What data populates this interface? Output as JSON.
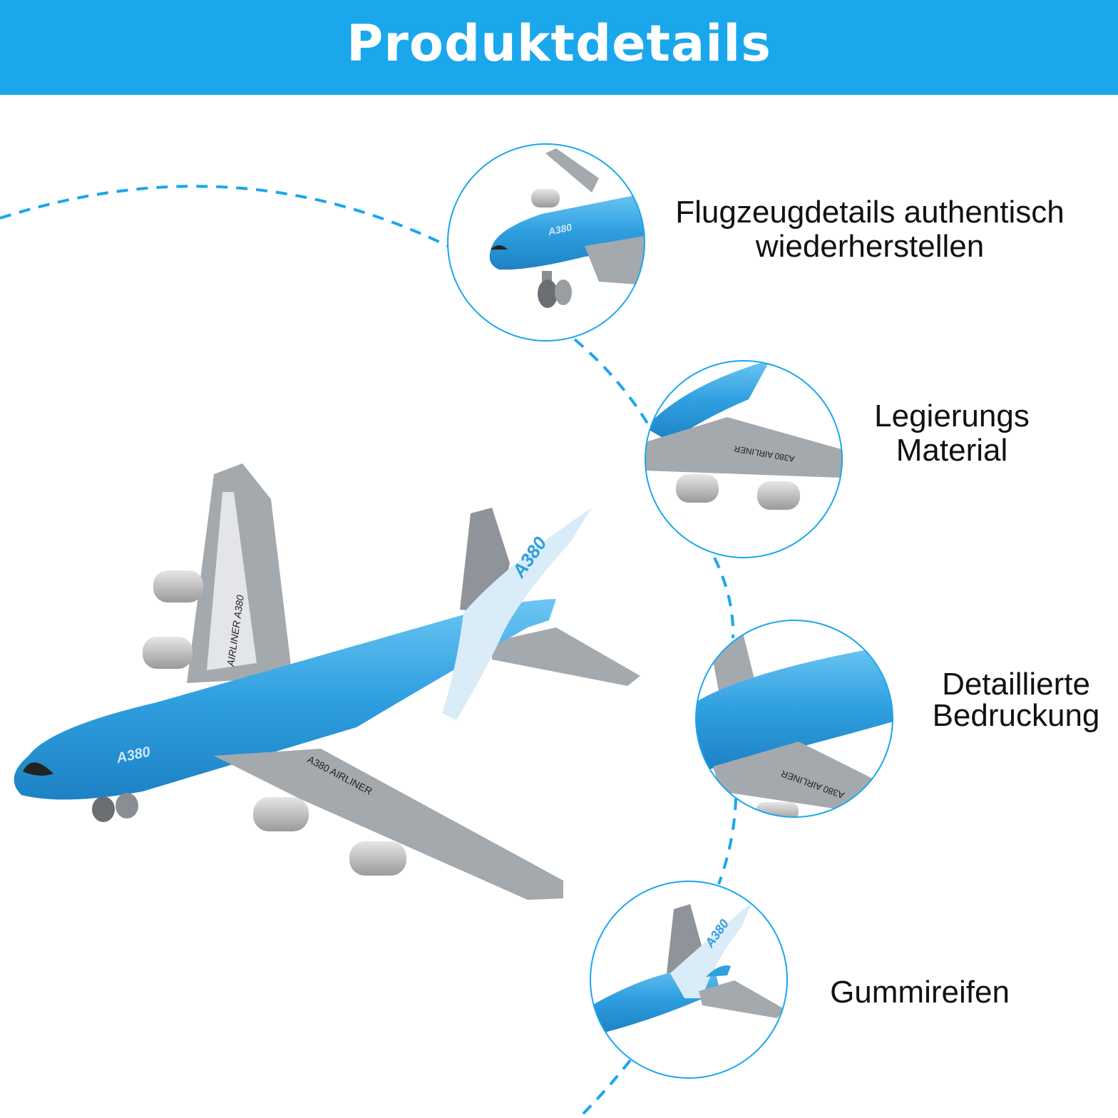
{
  "header": {
    "title": "Produktdetails"
  },
  "colors": {
    "accent": "#1aa7ec",
    "plane_body": "#2f9fe0",
    "plane_wing": "#9aa0a6",
    "plane_tail_white": "#d9ecf7",
    "engine": "#c8c8c8"
  },
  "features": [
    {
      "line1": "Flugzeugdetails authentisch",
      "line2": "wiederherstellen"
    },
    {
      "line1": "Legierungs",
      "line2": "Material"
    },
    {
      "line1": "Detaillierte",
      "line2": "Bedruckung"
    },
    {
      "line1": "Gummireifen",
      "line2": ""
    }
  ],
  "plane_markings": {
    "model": "A380",
    "wing_text": "AIRLINER A380",
    "wing_text_lower": "A380 AIRLINER"
  }
}
